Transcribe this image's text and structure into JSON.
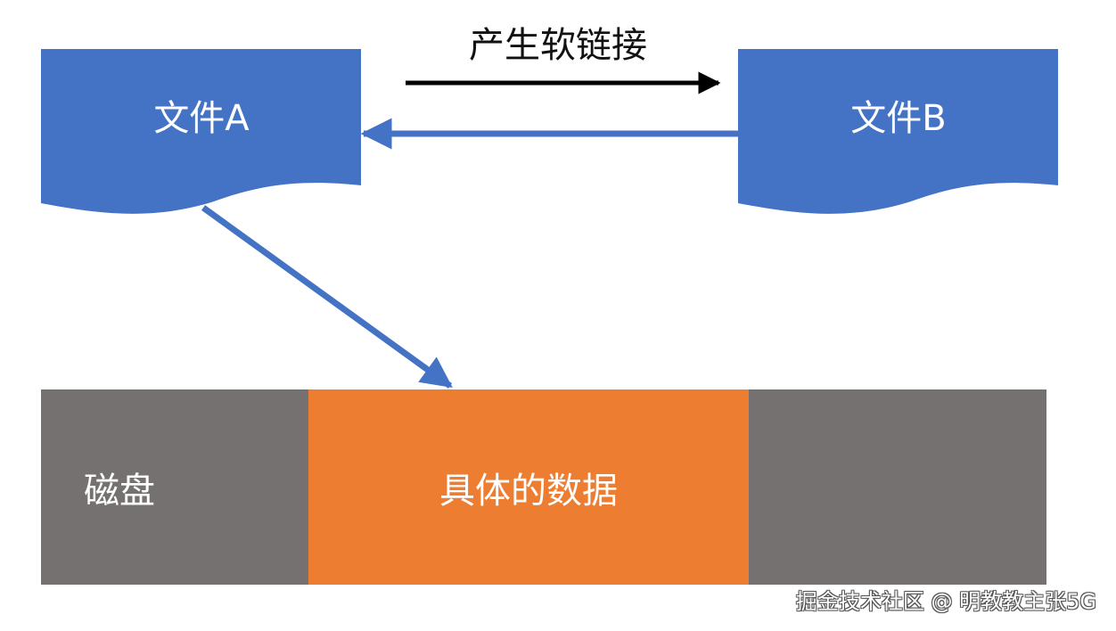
{
  "diagram": {
    "file_a_label": "文件A",
    "file_b_label": "文件B",
    "link_label": "产生软链接",
    "disk_label": "磁盘",
    "data_label": "具体的数据",
    "colors": {
      "file_block": "#4472C4",
      "disk": "#767171",
      "data_block": "#ED7D31",
      "link_arrow": "#000000",
      "pointer_arrow": "#4472C4"
    }
  },
  "watermark": "掘金技术社区 @ 明教教主张5G"
}
